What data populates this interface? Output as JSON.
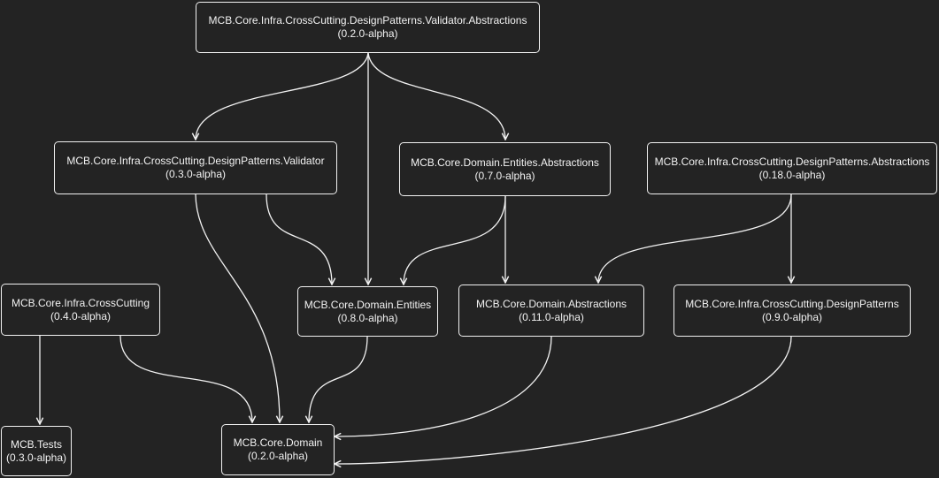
{
  "diagram": {
    "nodes": [
      {
        "id": "validator_abstractions",
        "name": "MCB.Core.Infra.CrossCutting.DesignPatterns.Validator.Abstractions",
        "version": "(0.2.0-alpha)"
      },
      {
        "id": "validator",
        "name": "MCB.Core.Infra.CrossCutting.DesignPatterns.Validator",
        "version": "(0.3.0-alpha)"
      },
      {
        "id": "entities_abstractions",
        "name": "MCB.Core.Domain.Entities.Abstractions",
        "version": "(0.7.0-alpha)"
      },
      {
        "id": "designpatterns_abstractions",
        "name": "MCB.Core.Infra.CrossCutting.DesignPatterns.Abstractions",
        "version": "(0.18.0-alpha)"
      },
      {
        "id": "crosscutting",
        "name": "MCB.Core.Infra.CrossCutting",
        "version": "(0.4.0-alpha)"
      },
      {
        "id": "domain_entities",
        "name": "MCB.Core.Domain.Entities",
        "version": "(0.8.0-alpha)"
      },
      {
        "id": "domain_abstractions",
        "name": "MCB.Core.Domain.Abstractions",
        "version": "(0.11.0-alpha)"
      },
      {
        "id": "designpatterns",
        "name": "MCB.Core.Infra.CrossCutting.DesignPatterns",
        "version": "(0.9.0-alpha)"
      },
      {
        "id": "tests",
        "name": "MCB.Tests",
        "version": "(0.3.0-alpha)"
      },
      {
        "id": "domain",
        "name": "MCB.Core.Domain",
        "version": "(0.2.0-alpha)"
      }
    ],
    "edges": [
      {
        "from": "validator_abstractions",
        "to": "validator"
      },
      {
        "from": "validator_abstractions",
        "to": "domain_entities"
      },
      {
        "from": "validator_abstractions",
        "to": "entities_abstractions"
      },
      {
        "from": "validator",
        "to": "domain"
      },
      {
        "from": "validator",
        "to": "domain_entities"
      },
      {
        "from": "entities_abstractions",
        "to": "domain_entities"
      },
      {
        "from": "entities_abstractions",
        "to": "domain_abstractions"
      },
      {
        "from": "designpatterns_abstractions",
        "to": "domain_abstractions"
      },
      {
        "from": "designpatterns_abstractions",
        "to": "designpatterns"
      },
      {
        "from": "crosscutting",
        "to": "tests"
      },
      {
        "from": "crosscutting",
        "to": "domain"
      },
      {
        "from": "domain_entities",
        "to": "domain"
      },
      {
        "from": "domain_abstractions",
        "to": "domain"
      },
      {
        "from": "designpatterns",
        "to": "domain"
      }
    ],
    "colors": {
      "background": "#232323",
      "stroke": "#f2f2f2",
      "text": "#f2f2f2"
    }
  }
}
